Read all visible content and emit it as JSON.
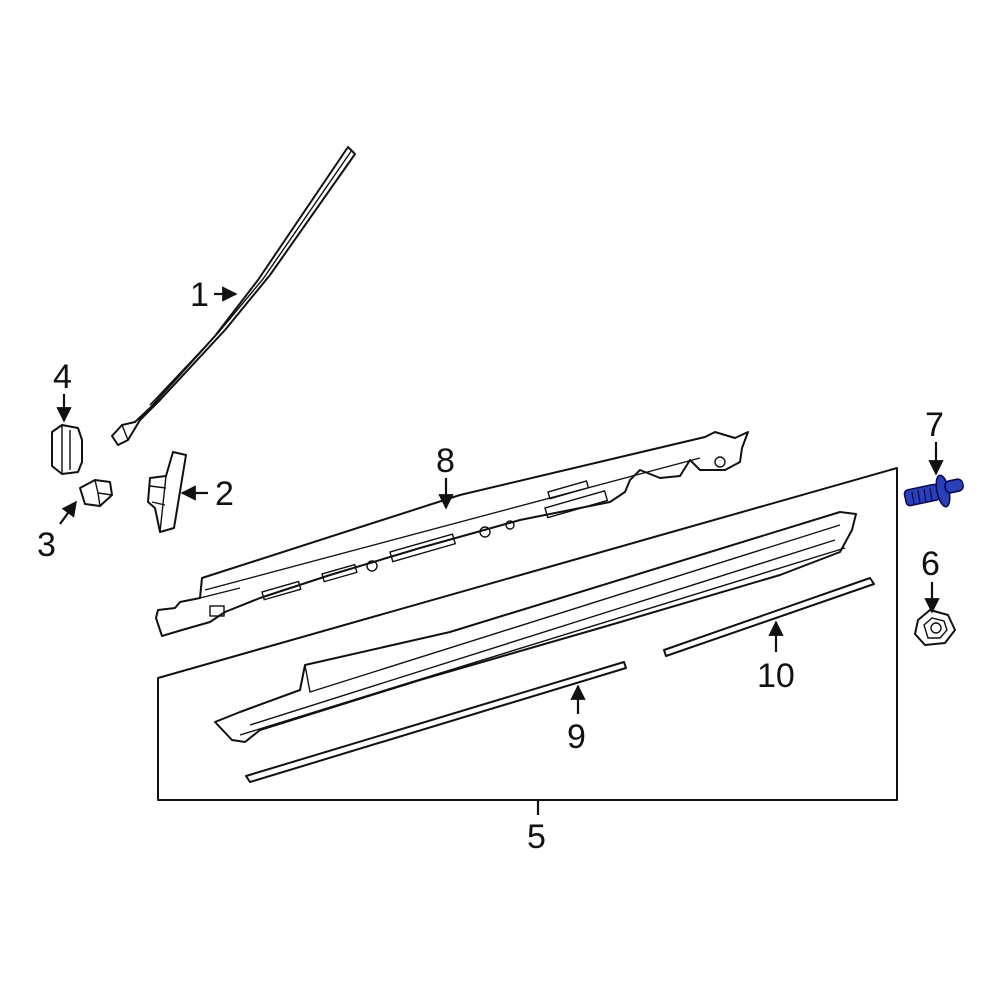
{
  "diagram": {
    "highlight_color": "#2a3fb8",
    "line_color": "#111111",
    "background": "#ffffff",
    "callouts": [
      {
        "id": "1",
        "label": "1"
      },
      {
        "id": "2",
        "label": "2"
      },
      {
        "id": "3",
        "label": "3"
      },
      {
        "id": "4",
        "label": "4"
      },
      {
        "id": "5",
        "label": "5"
      },
      {
        "id": "6",
        "label": "6"
      },
      {
        "id": "7",
        "label": "7"
      },
      {
        "id": "8",
        "label": "8"
      },
      {
        "id": "9",
        "label": "9"
      },
      {
        "id": "10",
        "label": "10"
      }
    ],
    "highlighted_part": "7"
  }
}
